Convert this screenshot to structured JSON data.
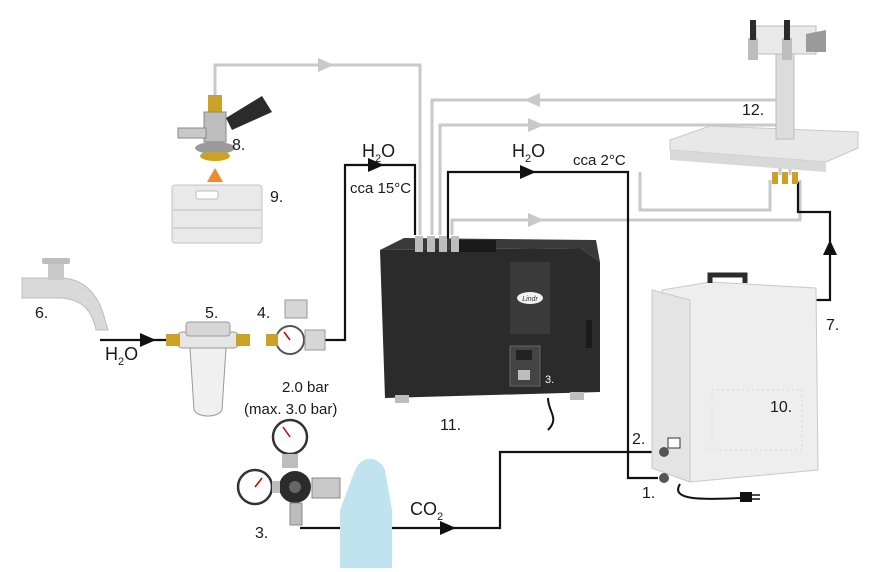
{
  "labels": {
    "n1": "1.",
    "n2": "2.",
    "n3a": "3.",
    "n3b": "3.",
    "n4": "4.",
    "n5": "5.",
    "n6": "6.",
    "n7": "7.",
    "n8": "8.",
    "n9": "9.",
    "n10": "10.",
    "n11": "11.",
    "n12": "12."
  },
  "h2o": {
    "main": "H",
    "sub": "2",
    "end": "O"
  },
  "co2": {
    "main": "CO",
    "sub": "2"
  },
  "temps": {
    "inlet": "cca 15°C",
    "outlet": "cca 2°C"
  },
  "pressure": {
    "working": "2.0 bar",
    "max": "(max. 3.0 bar)"
  },
  "cooler_logo": "Lindr",
  "colors": {
    "lines_gray": "#c9c9c9",
    "lines_black": "#111111",
    "cooler_body": "#2b2b2b",
    "co2_bottle": "#bfe3ef",
    "arrow_orange": "#f08a2c"
  }
}
